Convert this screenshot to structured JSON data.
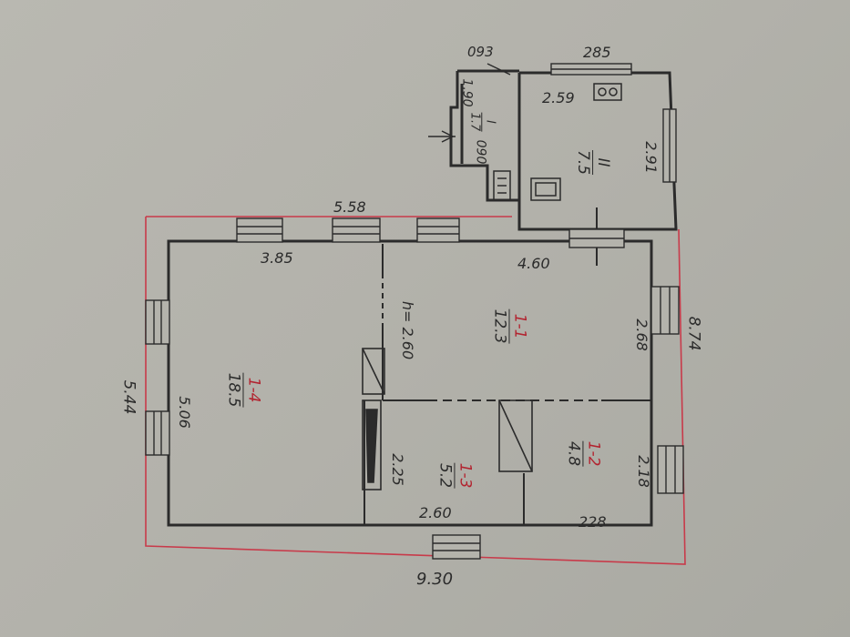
{
  "colors": {
    "paper": "#b4b3ac",
    "ink": "#2b2b2b",
    "outline_red": "#c83a4a",
    "room_label_red": "#b2232f"
  },
  "dimensions": {
    "total_width_bottom": "9.30",
    "total_height_left": "5.44",
    "total_height_right": "8.74",
    "top_width_main": "5.58",
    "annex_top_width": "285",
    "porch_top_width": "093",
    "room4_top": "3.85",
    "room4_height": "5.06",
    "room1_top": "4.60",
    "room1_height": "2.68",
    "ceiling_height": "h= 2.60",
    "room3_height": "2.25",
    "room3_width": "2.60",
    "room2_width": "228",
    "room2_height": "2.18",
    "annex_room_width": "2.59",
    "annex_room_height": "2.91",
    "porch_side": "1.90",
    "porch_bottom": "090"
  },
  "rooms": [
    {
      "id": "1-4",
      "area": "18.5",
      "icon": "room-label-1-4"
    },
    {
      "id": "1-1",
      "area": "12.3",
      "icon": "room-label-1-1"
    },
    {
      "id": "1-3",
      "area": "5.2",
      "icon": "room-label-1-3"
    },
    {
      "id": "1-2",
      "area": "4.8",
      "icon": "room-label-1-2"
    },
    {
      "id": "II",
      "area": "7.5",
      "icon": "room-label-II"
    },
    {
      "id": "I",
      "area": "1.7",
      "icon": "room-label-I"
    }
  ]
}
